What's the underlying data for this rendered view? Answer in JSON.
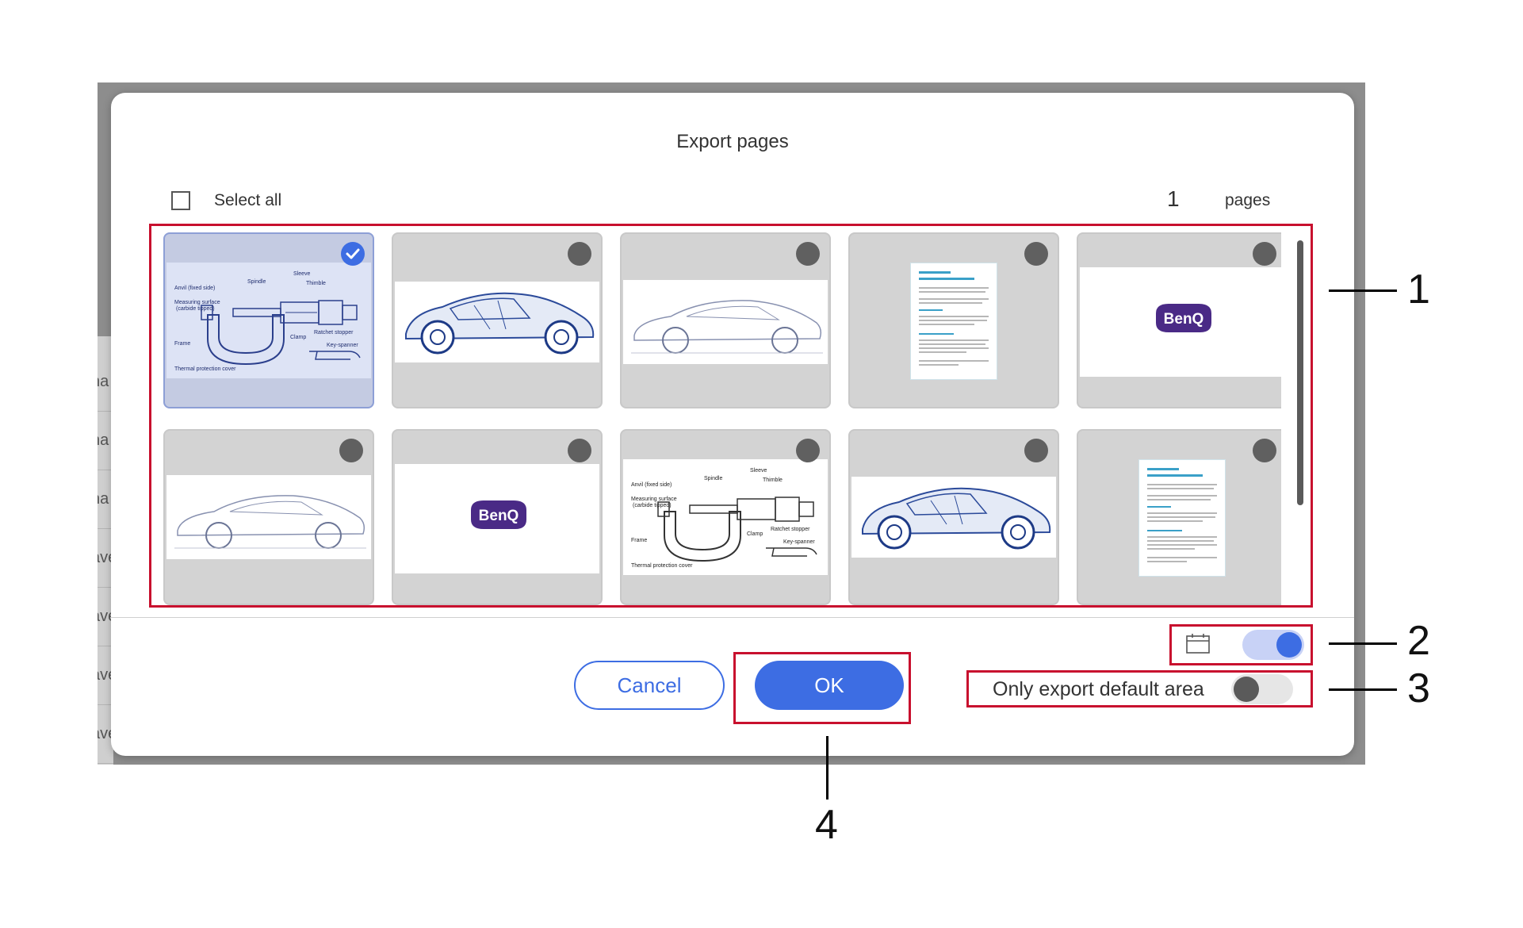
{
  "dialog": {
    "title": "Export pages",
    "select_all_label": "Select all",
    "page_count": "1",
    "page_unit": "pages"
  },
  "thumbnails": [
    {
      "content": "micrometer-diagram",
      "selected": true
    },
    {
      "content": "car-sketch-xray",
      "selected": false
    },
    {
      "content": "car-sketch-side",
      "selected": false
    },
    {
      "content": "document-page",
      "selected": false
    },
    {
      "content": "benq-logo",
      "selected": false
    },
    {
      "content": "car-sketch-side",
      "selected": false
    },
    {
      "content": "benq-logo",
      "selected": false
    },
    {
      "content": "micrometer-diagram",
      "selected": false
    },
    {
      "content": "car-sketch-xray",
      "selected": false
    },
    {
      "content": "document-page",
      "selected": false
    }
  ],
  "micrometer_labels": {
    "anvil": "Anvil (fixed side)",
    "spindle": "Spindle",
    "sleeve": "Sleeve",
    "thimble": "Thimble",
    "measuring": "Measuring surface",
    "carbide": "(carbide tipped)",
    "ratchet": "Ratchet stopper",
    "clamp": "Clamp",
    "frame": "Frame",
    "key": "Key-spanner",
    "thermal": "Thermal protection cover"
  },
  "logo_text": "BenQ",
  "toggles": {
    "calendar_toggle_on": true,
    "default_area_label": "Only export default area",
    "default_area_on": false
  },
  "buttons": {
    "cancel": "Cancel",
    "ok": "OK"
  },
  "callouts": [
    "1",
    "2",
    "3",
    "4"
  ],
  "backdrop_rows": [
    "na",
    "na",
    "na",
    "ave",
    "ave",
    "ave",
    "ave"
  ],
  "colors": {
    "accent": "#3d6de3",
    "callout": "#c8102e",
    "selected_thumb": "#c4cbe2",
    "logo_purple": "#4a2a86"
  }
}
